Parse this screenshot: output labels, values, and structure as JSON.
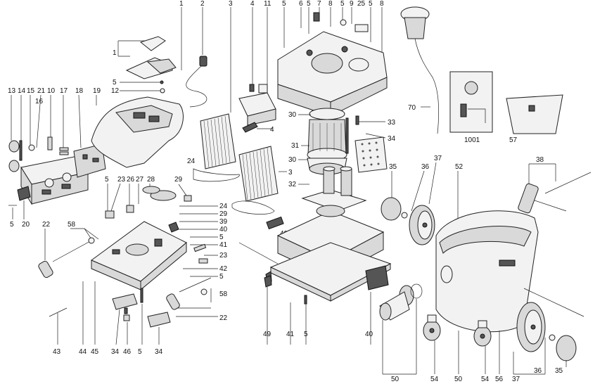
{
  "callouts": [
    {
      "id": "c1",
      "text": "1"
    },
    {
      "id": "c2",
      "text": "2"
    },
    {
      "id": "c3",
      "text": "3"
    },
    {
      "id": "c4a",
      "text": "4"
    },
    {
      "id": "c11",
      "text": "11"
    },
    {
      "id": "c5a",
      "text": "5"
    },
    {
      "id": "c6",
      "text": "6"
    },
    {
      "id": "c5b",
      "text": "5"
    },
    {
      "id": "c7",
      "text": "7"
    },
    {
      "id": "c8a",
      "text": "8"
    },
    {
      "id": "c5c",
      "text": "5"
    },
    {
      "id": "c9",
      "text": "9"
    },
    {
      "id": "c25",
      "text": "25"
    },
    {
      "id": "c5d",
      "text": "5"
    },
    {
      "id": "c8b",
      "text": "8"
    },
    {
      "id": "c1b",
      "text": "1"
    },
    {
      "id": "c5e",
      "text": "5"
    },
    {
      "id": "c12",
      "text": "12"
    },
    {
      "id": "c13",
      "text": "13"
    },
    {
      "id": "c14",
      "text": "14"
    },
    {
      "id": "c15",
      "text": "15"
    },
    {
      "id": "c21",
      "text": "21"
    },
    {
      "id": "c16",
      "text": "16"
    },
    {
      "id": "c10",
      "text": "10"
    },
    {
      "id": "c17",
      "text": "17"
    },
    {
      "id": "c18",
      "text": "18"
    },
    {
      "id": "c19",
      "text": "19"
    },
    {
      "id": "c70",
      "text": "70"
    },
    {
      "id": "c30a",
      "text": "30"
    },
    {
      "id": "c33",
      "text": "33"
    },
    {
      "id": "c4b",
      "text": "4"
    },
    {
      "id": "c31",
      "text": "31"
    },
    {
      "id": "c34a",
      "text": "34"
    },
    {
      "id": "c30b",
      "text": "30"
    },
    {
      "id": "c1001",
      "text": "1001"
    },
    {
      "id": "c57",
      "text": "57"
    },
    {
      "id": "c3b",
      "text": "3"
    },
    {
      "id": "c37a",
      "text": "37"
    },
    {
      "id": "c35a",
      "text": "35"
    },
    {
      "id": "c36a",
      "text": "36"
    },
    {
      "id": "c52",
      "text": "52"
    },
    {
      "id": "c38",
      "text": "38"
    },
    {
      "id": "c5f",
      "text": "5"
    },
    {
      "id": "c23a",
      "text": "23"
    },
    {
      "id": "c26",
      "text": "26"
    },
    {
      "id": "c27",
      "text": "27"
    },
    {
      "id": "c28",
      "text": "28"
    },
    {
      "id": "c29a",
      "text": "29"
    },
    {
      "id": "c24a",
      "text": "24"
    },
    {
      "id": "c32",
      "text": "32"
    },
    {
      "id": "c5g",
      "text": "5"
    },
    {
      "id": "c20",
      "text": "20"
    },
    {
      "id": "c5h",
      "text": "5"
    },
    {
      "id": "c24b",
      "text": "24"
    },
    {
      "id": "c29b",
      "text": "29"
    },
    {
      "id": "c22a",
      "text": "22"
    },
    {
      "id": "c58a",
      "text": "58"
    },
    {
      "id": "c39",
      "text": "39"
    },
    {
      "id": "c40a",
      "text": "40"
    },
    {
      "id": "c5i",
      "text": "5"
    },
    {
      "id": "c41a",
      "text": "41"
    },
    {
      "id": "c23b",
      "text": "23"
    },
    {
      "id": "c42",
      "text": "42"
    },
    {
      "id": "c5j",
      "text": "5"
    },
    {
      "id": "c58b",
      "text": "58"
    },
    {
      "id": "c22b",
      "text": "22"
    },
    {
      "id": "c49",
      "text": "49"
    },
    {
      "id": "c41b",
      "text": "41"
    },
    {
      "id": "c5k",
      "text": "5"
    },
    {
      "id": "c40b",
      "text": "40"
    },
    {
      "id": "c43",
      "text": "43"
    },
    {
      "id": "c44",
      "text": "44"
    },
    {
      "id": "c45",
      "text": "45"
    },
    {
      "id": "c34b",
      "text": "34"
    },
    {
      "id": "c46",
      "text": "46"
    },
    {
      "id": "c5l",
      "text": "5"
    },
    {
      "id": "c34c",
      "text": "34"
    },
    {
      "id": "c50a",
      "text": "50"
    },
    {
      "id": "c54a",
      "text": "54"
    },
    {
      "id": "c50b",
      "text": "50"
    },
    {
      "id": "c54b",
      "text": "54"
    },
    {
      "id": "c56",
      "text": "56"
    },
    {
      "id": "c37b",
      "text": "37"
    },
    {
      "id": "c36b",
      "text": "36"
    },
    {
      "id": "c35b",
      "text": "35"
    }
  ]
}
